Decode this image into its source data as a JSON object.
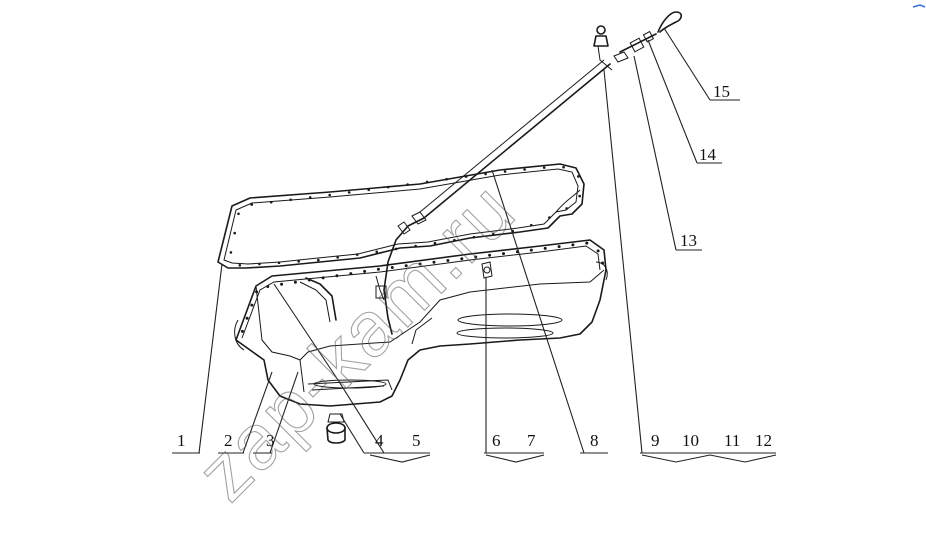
{
  "watermark": "zap-kam.ru",
  "callouts": [
    {
      "id": "1",
      "label": "1"
    },
    {
      "id": "2",
      "label": "2"
    },
    {
      "id": "3",
      "label": "3"
    },
    {
      "id": "4",
      "label": "4"
    },
    {
      "id": "5",
      "label": "5"
    },
    {
      "id": "6",
      "label": "6"
    },
    {
      "id": "7",
      "label": "7"
    },
    {
      "id": "8",
      "label": "8"
    },
    {
      "id": "9",
      "label": "9"
    },
    {
      "id": "10",
      "label": "10"
    },
    {
      "id": "11",
      "label": "11"
    },
    {
      "id": "12",
      "label": "12"
    },
    {
      "id": "13",
      "label": "13"
    },
    {
      "id": "14",
      "label": "14"
    },
    {
      "id": "15",
      "label": "15"
    }
  ],
  "colors": {
    "line": "#1a1a1a",
    "background": "#ffffff",
    "watermark": "#555555"
  }
}
